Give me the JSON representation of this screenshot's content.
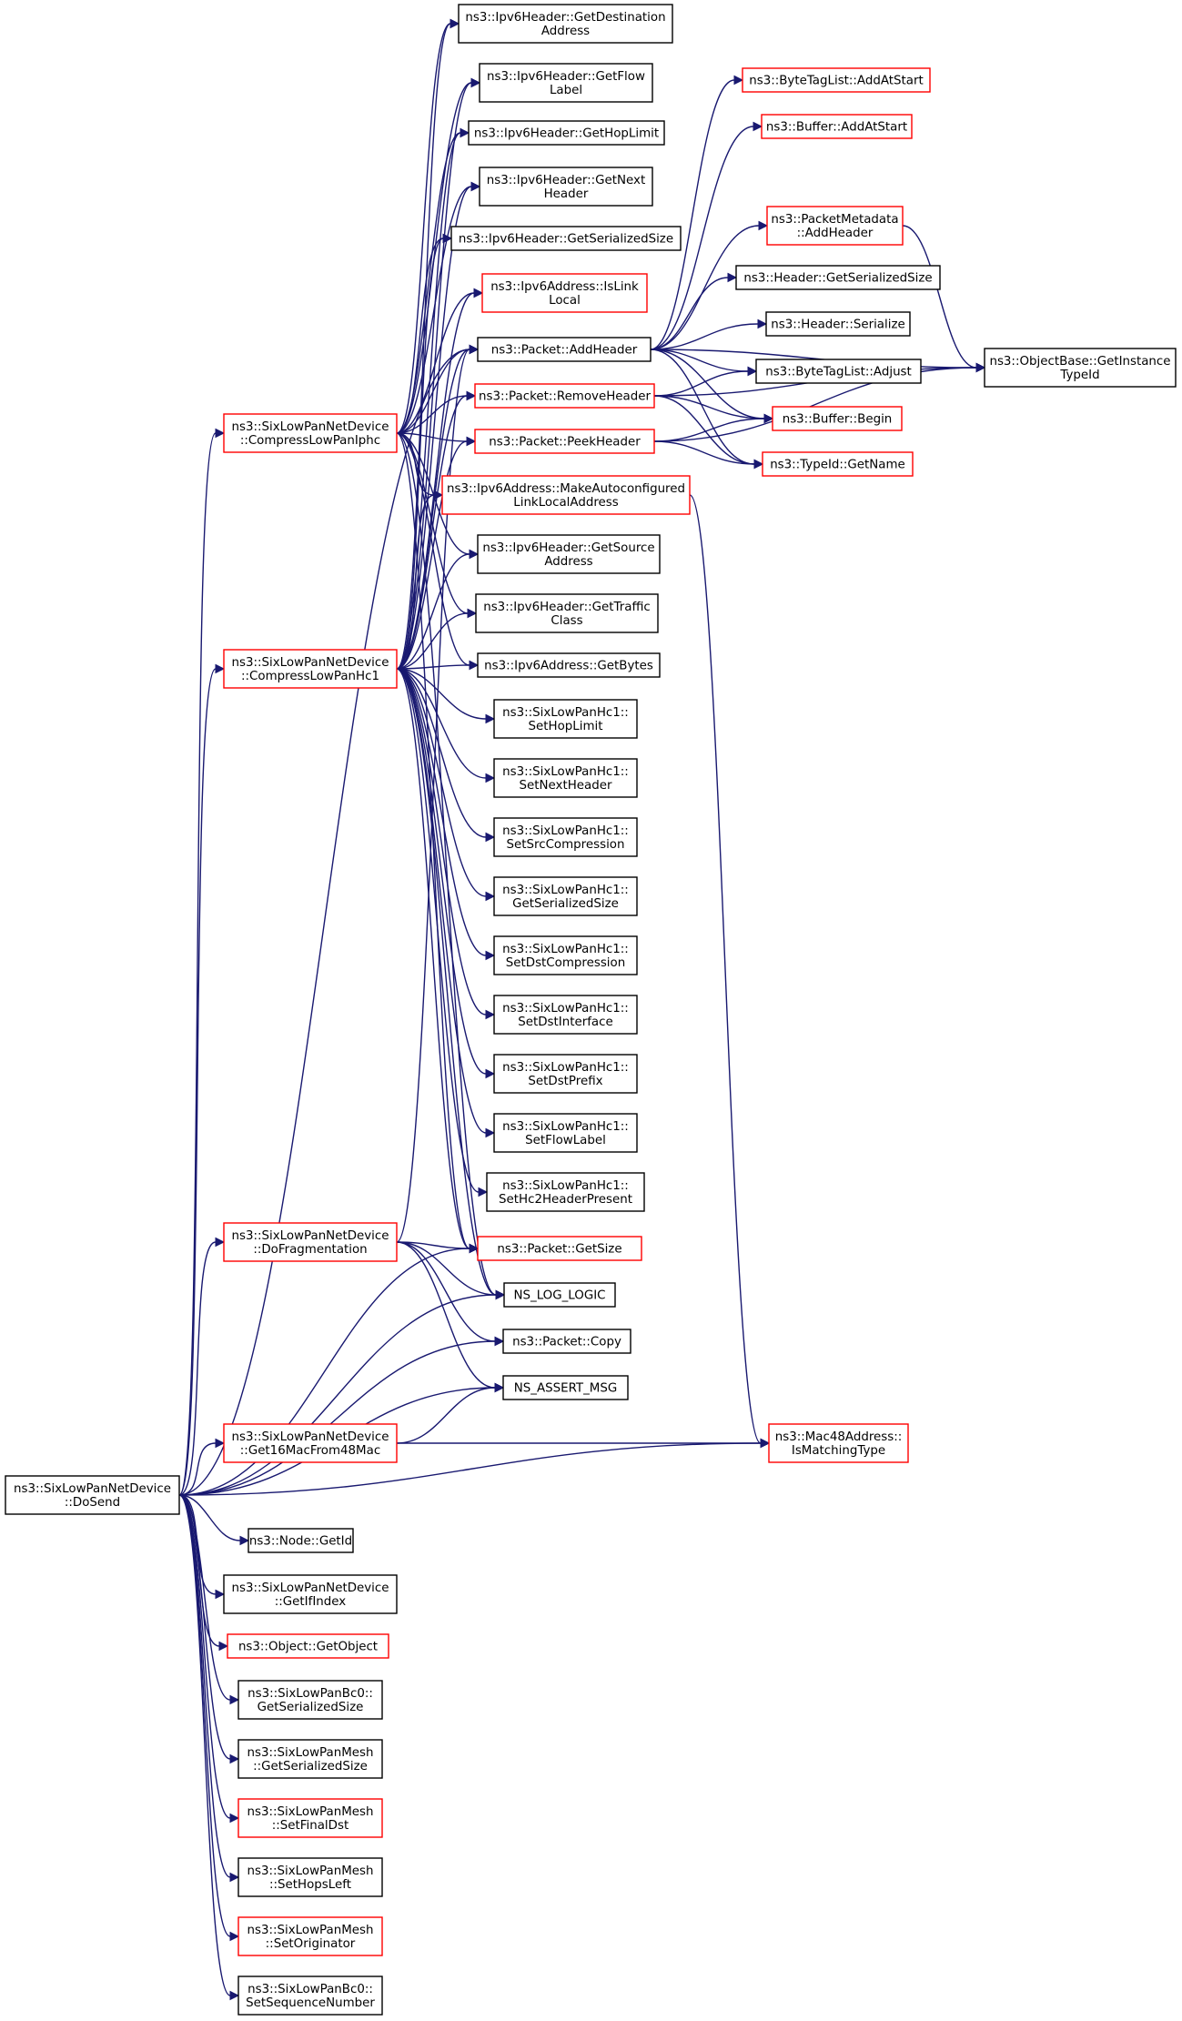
{
  "colors": {
    "edge": "#191970",
    "box_normal": "#000000",
    "box_truncated": "#ff0000",
    "box_root_fill": "#bfbfbf"
  },
  "nodes": [
    {
      "id": "dosend",
      "lines": [
        "ns3::SixLowPanNetDevice",
        "::DoSend"
      ],
      "style": "root"
    },
    {
      "id": "iphc",
      "lines": [
        "ns3::SixLowPanNetDevice",
        "::CompressLowPanIphc"
      ],
      "style": "red"
    },
    {
      "id": "hc1",
      "lines": [
        "ns3::SixLowPanNetDevice",
        "::CompressLowPanHc1"
      ],
      "style": "red"
    },
    {
      "id": "dofrag",
      "lines": [
        "ns3::SixLowPanNetDevice",
        "::DoFragmentation"
      ],
      "style": "red"
    },
    {
      "id": "get16",
      "lines": [
        "ns3::SixLowPanNetDevice",
        "::Get16MacFrom48Mac"
      ],
      "style": "red"
    },
    {
      "id": "getid",
      "lines": [
        "ns3::Node::GetId"
      ],
      "style": "black"
    },
    {
      "id": "getifindex",
      "lines": [
        "ns3::SixLowPanNetDevice",
        "::GetIfIndex"
      ],
      "style": "black"
    },
    {
      "id": "getobject",
      "lines": [
        "ns3::Object::GetObject"
      ],
      "style": "red"
    },
    {
      "id": "bc0size",
      "lines": [
        "ns3::SixLowPanBc0::",
        "GetSerializedSize"
      ],
      "style": "black"
    },
    {
      "id": "meshsize",
      "lines": [
        "ns3::SixLowPanMesh",
        "::GetSerializedSize"
      ],
      "style": "black"
    },
    {
      "id": "finaldst",
      "lines": [
        "ns3::SixLowPanMesh",
        "::SetFinalDst"
      ],
      "style": "red"
    },
    {
      "id": "hopsleft",
      "lines": [
        "ns3::SixLowPanMesh",
        "::SetHopsLeft"
      ],
      "style": "black"
    },
    {
      "id": "originator",
      "lines": [
        "ns3::SixLowPanMesh",
        "::SetOriginator"
      ],
      "style": "red"
    },
    {
      "id": "seqnum",
      "lines": [
        "ns3::SixLowPanBc0::",
        "SetSequenceNumber"
      ],
      "style": "black"
    },
    {
      "id": "getdest",
      "lines": [
        "ns3::Ipv6Header::GetDestination",
        "Address"
      ],
      "style": "black"
    },
    {
      "id": "getflow",
      "lines": [
        "ns3::Ipv6Header::GetFlow",
        "Label"
      ],
      "style": "black"
    },
    {
      "id": "gethop",
      "lines": [
        "ns3::Ipv6Header::GetHopLimit"
      ],
      "style": "black"
    },
    {
      "id": "getnext",
      "lines": [
        "ns3::Ipv6Header::GetNext",
        "Header"
      ],
      "style": "black"
    },
    {
      "id": "ipv6size",
      "lines": [
        "ns3::Ipv6Header::GetSerializedSize"
      ],
      "style": "black"
    },
    {
      "id": "islink",
      "lines": [
        "ns3::Ipv6Address::IsLink",
        "Local"
      ],
      "style": "red"
    },
    {
      "id": "addheader",
      "lines": [
        "ns3::Packet::AddHeader"
      ],
      "style": "black"
    },
    {
      "id": "removeheader",
      "lines": [
        "ns3::Packet::RemoveHeader"
      ],
      "style": "red"
    },
    {
      "id": "peekheader",
      "lines": [
        "ns3::Packet::PeekHeader"
      ],
      "style": "red"
    },
    {
      "id": "makeauto",
      "lines": [
        "ns3::Ipv6Address::MakeAutoconfigured",
        "LinkLocalAddress"
      ],
      "style": "red"
    },
    {
      "id": "getsrc",
      "lines": [
        "ns3::Ipv6Header::GetSource",
        "Address"
      ],
      "style": "black"
    },
    {
      "id": "gettraffic",
      "lines": [
        "ns3::Ipv6Header::GetTraffic",
        "Class"
      ],
      "style": "black"
    },
    {
      "id": "getbytes",
      "lines": [
        "ns3::Ipv6Address::GetBytes"
      ],
      "style": "black"
    },
    {
      "id": "sethop",
      "lines": [
        "ns3::SixLowPanHc1::",
        "SetHopLimit"
      ],
      "style": "black"
    },
    {
      "id": "setnext",
      "lines": [
        "ns3::SixLowPanHc1::",
        "SetNextHeader"
      ],
      "style": "black"
    },
    {
      "id": "setsrccomp",
      "lines": [
        "ns3::SixLowPanHc1::",
        "SetSrcCompression"
      ],
      "style": "black"
    },
    {
      "id": "hc1size",
      "lines": [
        "ns3::SixLowPanHc1::",
        "GetSerializedSize"
      ],
      "style": "black"
    },
    {
      "id": "setdstcomp",
      "lines": [
        "ns3::SixLowPanHc1::",
        "SetDstCompression"
      ],
      "style": "black"
    },
    {
      "id": "setdstif",
      "lines": [
        "ns3::SixLowPanHc1::",
        "SetDstInterface"
      ],
      "style": "black"
    },
    {
      "id": "setdstprefix",
      "lines": [
        "ns3::SixLowPanHc1::",
        "SetDstPrefix"
      ],
      "style": "black"
    },
    {
      "id": "setflow",
      "lines": [
        "ns3::SixLowPanHc1::",
        "SetFlowLabel"
      ],
      "style": "black"
    },
    {
      "id": "sethc2",
      "lines": [
        "ns3::SixLowPanHc1::",
        "SetHc2HeaderPresent"
      ],
      "style": "black"
    },
    {
      "id": "getsize",
      "lines": [
        "ns3::Packet::GetSize"
      ],
      "style": "red"
    },
    {
      "id": "nslog",
      "lines": [
        "NS_LOG_LOGIC"
      ],
      "style": "black"
    },
    {
      "id": "copy",
      "lines": [
        "ns3::Packet::Copy"
      ],
      "style": "black"
    },
    {
      "id": "nsassert",
      "lines": [
        "NS_ASSERT_MSG"
      ],
      "style": "black"
    },
    {
      "id": "ismatching",
      "lines": [
        "ns3::Mac48Address::",
        "IsMatchingType"
      ],
      "style": "red"
    },
    {
      "id": "bytetagadd",
      "lines": [
        "ns3::ByteTagList::AddAtStart"
      ],
      "style": "red"
    },
    {
      "id": "bufferadd",
      "lines": [
        "ns3::Buffer::AddAtStart"
      ],
      "style": "red"
    },
    {
      "id": "pmaddheader",
      "lines": [
        "ns3::PacketMetadata",
        "::AddHeader"
      ],
      "style": "red"
    },
    {
      "id": "hdrsize",
      "lines": [
        "ns3::Header::GetSerializedSize"
      ],
      "style": "black"
    },
    {
      "id": "hdrserialize",
      "lines": [
        "ns3::Header::Serialize"
      ],
      "style": "black"
    },
    {
      "id": "bytetagadjust",
      "lines": [
        "ns3::ByteTagList::Adjust"
      ],
      "style": "black"
    },
    {
      "id": "bufferbegin",
      "lines": [
        "ns3::Buffer::Begin"
      ],
      "style": "red"
    },
    {
      "id": "typeidname",
      "lines": [
        "ns3::TypeId::GetName"
      ],
      "style": "red"
    },
    {
      "id": "getinstance",
      "lines": [
        "ns3::ObjectBase::GetInstance",
        "TypeId"
      ],
      "style": "black"
    }
  ],
  "edges": [
    [
      "dosend",
      "iphc"
    ],
    [
      "dosend",
      "hc1"
    ],
    [
      "dosend",
      "dofrag"
    ],
    [
      "dosend",
      "get16"
    ],
    [
      "dosend",
      "addheader"
    ],
    [
      "dosend",
      "getsize"
    ],
    [
      "dosend",
      "nslog"
    ],
    [
      "dosend",
      "copy"
    ],
    [
      "dosend",
      "nsassert"
    ],
    [
      "dosend",
      "ismatching"
    ],
    [
      "dosend",
      "getid"
    ],
    [
      "dosend",
      "getifindex"
    ],
    [
      "dosend",
      "getobject"
    ],
    [
      "dosend",
      "bc0size"
    ],
    [
      "dosend",
      "meshsize"
    ],
    [
      "dosend",
      "finaldst"
    ],
    [
      "dosend",
      "hopsleft"
    ],
    [
      "dosend",
      "originator"
    ],
    [
      "dosend",
      "seqnum"
    ],
    [
      "iphc",
      "getdest"
    ],
    [
      "iphc",
      "getflow"
    ],
    [
      "iphc",
      "gethop"
    ],
    [
      "iphc",
      "getnext"
    ],
    [
      "iphc",
      "ipv6size"
    ],
    [
      "iphc",
      "islink"
    ],
    [
      "iphc",
      "addheader"
    ],
    [
      "iphc",
      "removeheader"
    ],
    [
      "iphc",
      "peekheader"
    ],
    [
      "iphc",
      "makeauto"
    ],
    [
      "iphc",
      "getsrc"
    ],
    [
      "iphc",
      "gettraffic"
    ],
    [
      "iphc",
      "getbytes"
    ],
    [
      "iphc",
      "getsize"
    ],
    [
      "iphc",
      "nslog"
    ],
    [
      "hc1",
      "getdest"
    ],
    [
      "hc1",
      "getflow"
    ],
    [
      "hc1",
      "gethop"
    ],
    [
      "hc1",
      "getnext"
    ],
    [
      "hc1",
      "ipv6size"
    ],
    [
      "hc1",
      "islink"
    ],
    [
      "hc1",
      "addheader"
    ],
    [
      "hc1",
      "removeheader"
    ],
    [
      "hc1",
      "peekheader"
    ],
    [
      "hc1",
      "makeauto"
    ],
    [
      "hc1",
      "getsrc"
    ],
    [
      "hc1",
      "gettraffic"
    ],
    [
      "hc1",
      "getbytes"
    ],
    [
      "hc1",
      "sethop"
    ],
    [
      "hc1",
      "setnext"
    ],
    [
      "hc1",
      "setsrccomp"
    ],
    [
      "hc1",
      "hc1size"
    ],
    [
      "hc1",
      "setdstcomp"
    ],
    [
      "hc1",
      "setdstif"
    ],
    [
      "hc1",
      "setdstprefix"
    ],
    [
      "hc1",
      "setflow"
    ],
    [
      "hc1",
      "sethc2"
    ],
    [
      "hc1",
      "getsize"
    ],
    [
      "hc1",
      "nslog"
    ],
    [
      "dofrag",
      "addheader"
    ],
    [
      "dofrag",
      "getsize"
    ],
    [
      "dofrag",
      "nslog"
    ],
    [
      "dofrag",
      "copy"
    ],
    [
      "dofrag",
      "nsassert"
    ],
    [
      "get16",
      "nsassert"
    ],
    [
      "get16",
      "ismatching"
    ],
    [
      "addheader",
      "bytetagadd"
    ],
    [
      "addheader",
      "bufferadd"
    ],
    [
      "addheader",
      "pmaddheader"
    ],
    [
      "addheader",
      "hdrsize"
    ],
    [
      "addheader",
      "hdrserialize"
    ],
    [
      "addheader",
      "bytetagadjust"
    ],
    [
      "addheader",
      "bufferbegin"
    ],
    [
      "addheader",
      "typeidname"
    ],
    [
      "addheader",
      "getinstance"
    ],
    [
      "removeheader",
      "bytetagadjust"
    ],
    [
      "removeheader",
      "bufferbegin"
    ],
    [
      "removeheader",
      "typeidname"
    ],
    [
      "removeheader",
      "getinstance"
    ],
    [
      "peekheader",
      "bufferbegin"
    ],
    [
      "peekheader",
      "typeidname"
    ],
    [
      "peekheader",
      "getinstance"
    ],
    [
      "pmaddheader",
      "getinstance"
    ],
    [
      "makeauto",
      "ismatching"
    ]
  ]
}
